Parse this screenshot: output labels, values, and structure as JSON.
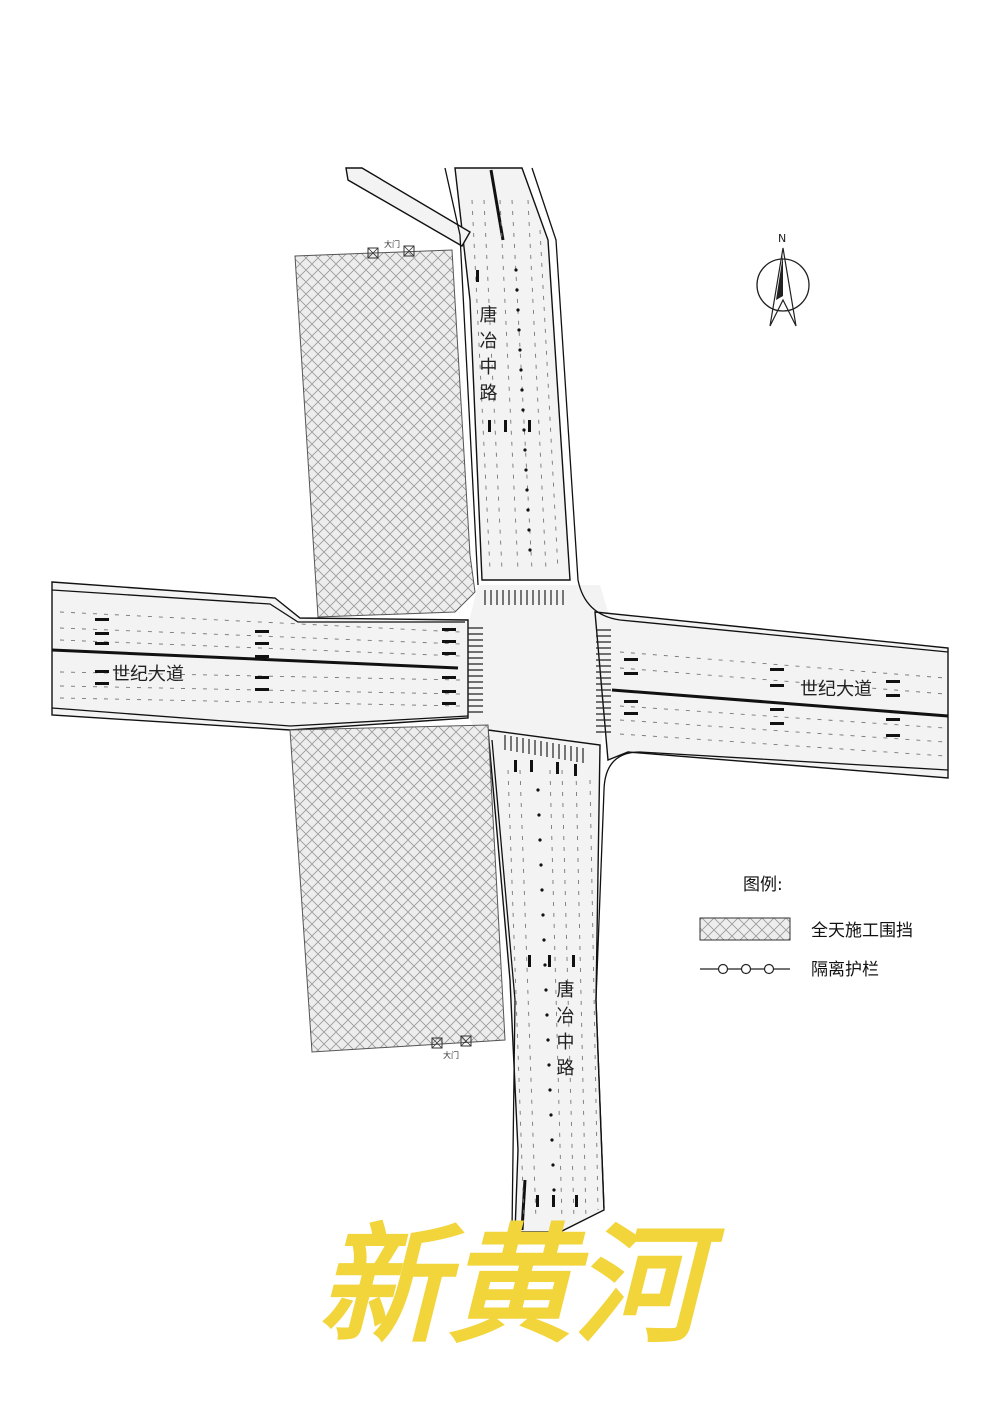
{
  "compass": {
    "north_label": "N",
    "icon": "north-arrow-icon"
  },
  "roads": {
    "north_south_north": "唐冶中路",
    "north_south_south": "唐冶中路",
    "east_west_west": "世纪大道",
    "east_west_east": "世纪大道"
  },
  "gates": {
    "north_gate": "大门",
    "south_gate": "大门"
  },
  "legend": {
    "title": "图例:",
    "items": [
      {
        "icon": "crosshatch-swatch-icon",
        "label": "全天施工围挡"
      },
      {
        "icon": "fence-line-icon",
        "label": "隔离护栏"
      }
    ]
  },
  "watermark": "新黄河",
  "colors": {
    "road_fill": "#f2f2f2",
    "line": "#111111",
    "watermark": "#f2d43b"
  }
}
